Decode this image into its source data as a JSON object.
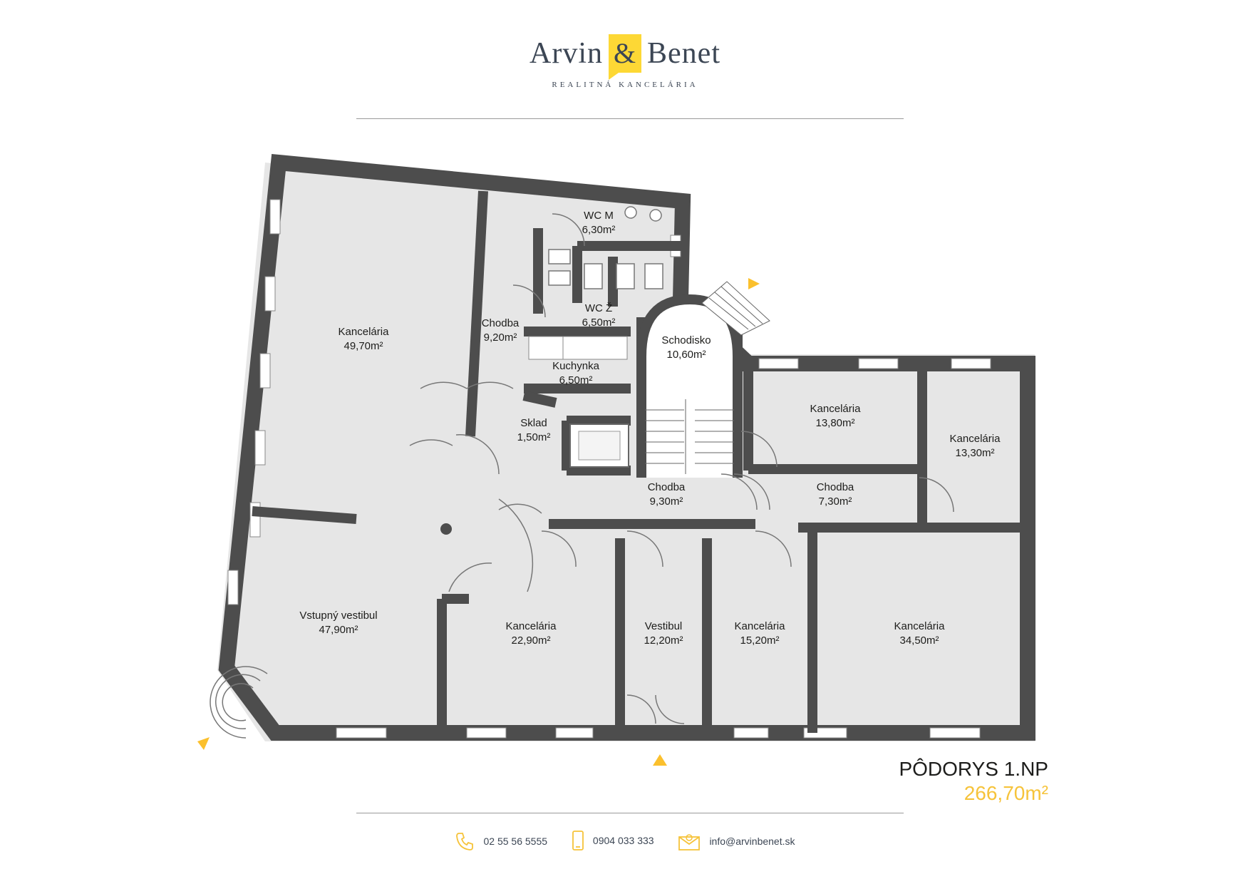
{
  "brand": {
    "name_part1": "Arvin",
    "ampersand": "&",
    "name_part2": "Benet",
    "tagline": "REALITNÁ KANCELÁRIA",
    "accent_color": "#fdd835",
    "text_color": "#3c4654"
  },
  "plan": {
    "title": "PÔDORYS 1.NP",
    "total_area": "266,70m²",
    "wall_color": "#4d4d4d",
    "floor_color": "#e6e6e6"
  },
  "rooms": [
    {
      "id": "kancelaria-1",
      "name": "Kancelária",
      "area": "49,70m²"
    },
    {
      "id": "chodba-1",
      "name": "Chodba",
      "area": "9,20m²"
    },
    {
      "id": "wc-m",
      "name": "WC M",
      "area": "6,30m²"
    },
    {
      "id": "wc-z",
      "name": "WC Ž",
      "area": "6,50m²"
    },
    {
      "id": "kuchynka",
      "name": "Kuchynka",
      "area": "6,50m²"
    },
    {
      "id": "sklad",
      "name": "Sklad",
      "area": "1,50m²"
    },
    {
      "id": "schodisko",
      "name": "Schodisko",
      "area": "10,60m²"
    },
    {
      "id": "kancelaria-2",
      "name": "Kancelária",
      "area": "13,80m²"
    },
    {
      "id": "kancelaria-3",
      "name": "Kancelária",
      "area": "13,30m²"
    },
    {
      "id": "chodba-2",
      "name": "Chodba",
      "area": "9,30m²"
    },
    {
      "id": "chodba-3",
      "name": "Chodba",
      "area": "7,30m²"
    },
    {
      "id": "vstupny-vestibul",
      "name": "Vstupný vestibul",
      "area": "47,90m²"
    },
    {
      "id": "kancelaria-4",
      "name": "Kancelária",
      "area": "22,90m²"
    },
    {
      "id": "vestibul",
      "name": "Vestibul",
      "area": "12,20m²"
    },
    {
      "id": "kancelaria-5",
      "name": "Kancelária",
      "area": "15,20m²"
    },
    {
      "id": "kancelaria-6",
      "name": "Kancelária",
      "area": "34,50m²"
    }
  ],
  "contacts": [
    {
      "icon": "phone-icon",
      "text": "02 55 56 5555"
    },
    {
      "icon": "mobile-icon",
      "text": "0904 033 333"
    },
    {
      "icon": "email-icon",
      "text": "info@arvinbenet.sk"
    }
  ]
}
